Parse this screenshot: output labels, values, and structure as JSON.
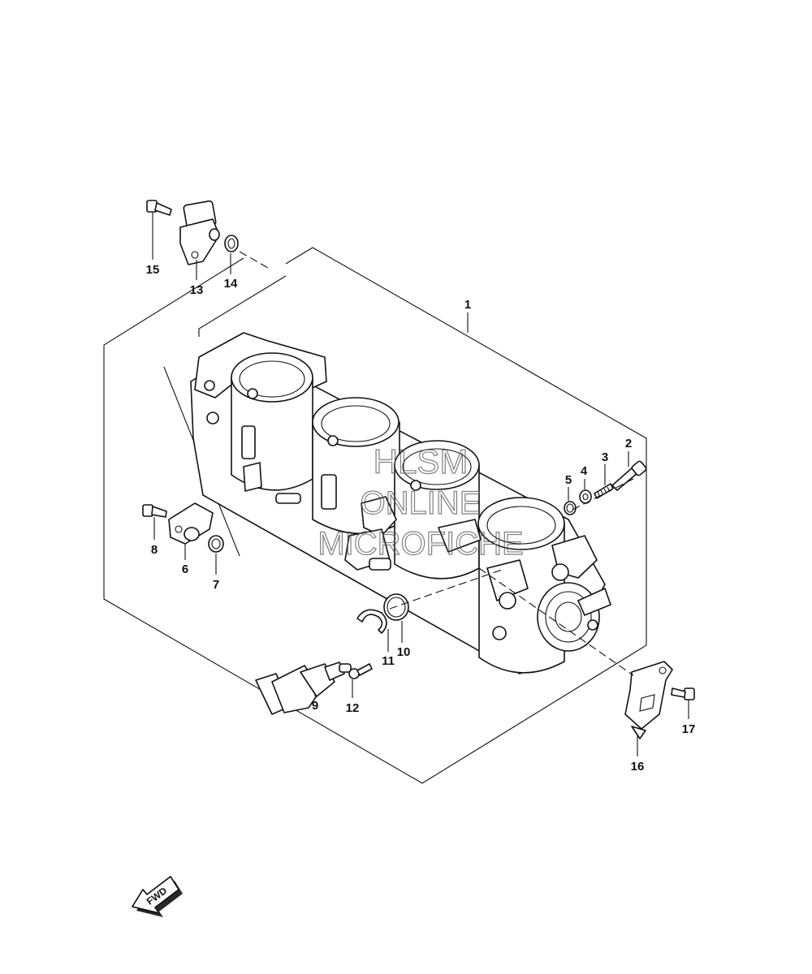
{
  "diagram": {
    "watermark": {
      "line1": "HLSM",
      "line2": "ONLINE",
      "line3": "MICROFICHE"
    },
    "direction_badge": "FWD",
    "callouts": {
      "c1": "1",
      "c2": "2",
      "c3": "3",
      "c4": "4",
      "c5": "5",
      "c6": "6",
      "c7": "7",
      "c8": "8",
      "c9": "9",
      "c10": "10",
      "c11": "11",
      "c12": "12",
      "c13": "13",
      "c14": "14",
      "c15": "15",
      "c16": "16",
      "c17": "17"
    }
  }
}
